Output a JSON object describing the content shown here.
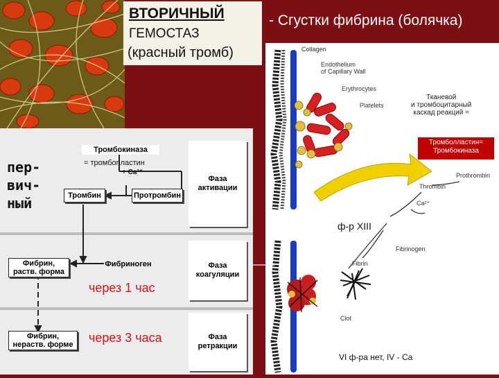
{
  "title": {
    "line1": "ВТОРИЧНЫЙ",
    "line2": "ГЕМОСТАЗ",
    "line3": "(красный тромб)"
  },
  "heading": "- Сгустки фибрина (болячка)",
  "primary_label": [
    "пер-",
    "вич-",
    "ный"
  ],
  "flowchart": {
    "thrombokinase": "Тромбокиназа",
    "thromboplastin": "= тромбопластин",
    "ca": "+ Ca²⁺",
    "thrombin": "Тромбин",
    "prothrombin": "Протромбин",
    "fibrin_soluble": "Фибрин,\nраств. форма",
    "fibrinogen": "Фибриноген",
    "fibrin_insoluble": "Фибрин,\nнераств. форме",
    "phase_activation": "Фаза\nактивации",
    "phase_coagulation": "Фаза\nкоагуляции",
    "phase_retraction": "Фаза\nретракции",
    "after_1h": "через 1 час",
    "after_3h": "через 3 часа"
  },
  "illustration": {
    "collagen": "Collagen",
    "endothelium": "Endothelium\nof Capillary Wall",
    "erythrocytes": "Erythrocytes",
    "platelets": "Platelets",
    "cascade_note": "Тканевой\nи тромбоцитарный\nкаскад реакций =",
    "thromboplastin_note": "Тромболластин=\nТромбокиназа",
    "thrombin": "Thrombin",
    "prothrombin": "Prothrombin",
    "ca": "Ca²⁺",
    "factor_xiii": "ф-р XIII",
    "fibrinogen": "Fibrinogen",
    "fibrin": "Fibrin",
    "clot": "Clot",
    "footnote": "VI ф-ра нет, IV - Ca"
  },
  "colors": {
    "background": "#7a0f14",
    "title_box": "#f4f1e6",
    "red_text": "#d0141a",
    "cells": "#d92020",
    "platelets": "#e0c040",
    "arrow": "#f0d000"
  }
}
